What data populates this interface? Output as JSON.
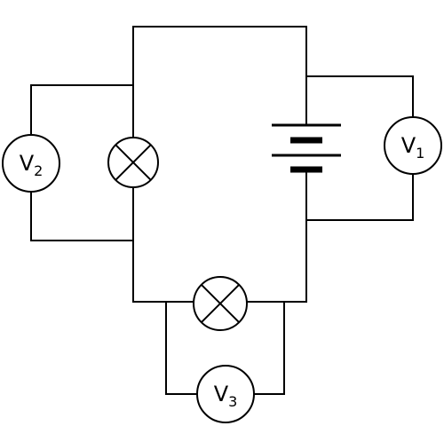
{
  "voltmeters": [
    {
      "id": "V1",
      "letter": "V",
      "subscript": "1"
    },
    {
      "id": "V2",
      "letter": "V",
      "subscript": "2"
    },
    {
      "id": "V3",
      "letter": "V",
      "subscript": "3"
    }
  ],
  "lamps": [
    {
      "id": "lamp-left"
    },
    {
      "id": "lamp-bottom"
    }
  ],
  "battery": {
    "cells": 2
  }
}
